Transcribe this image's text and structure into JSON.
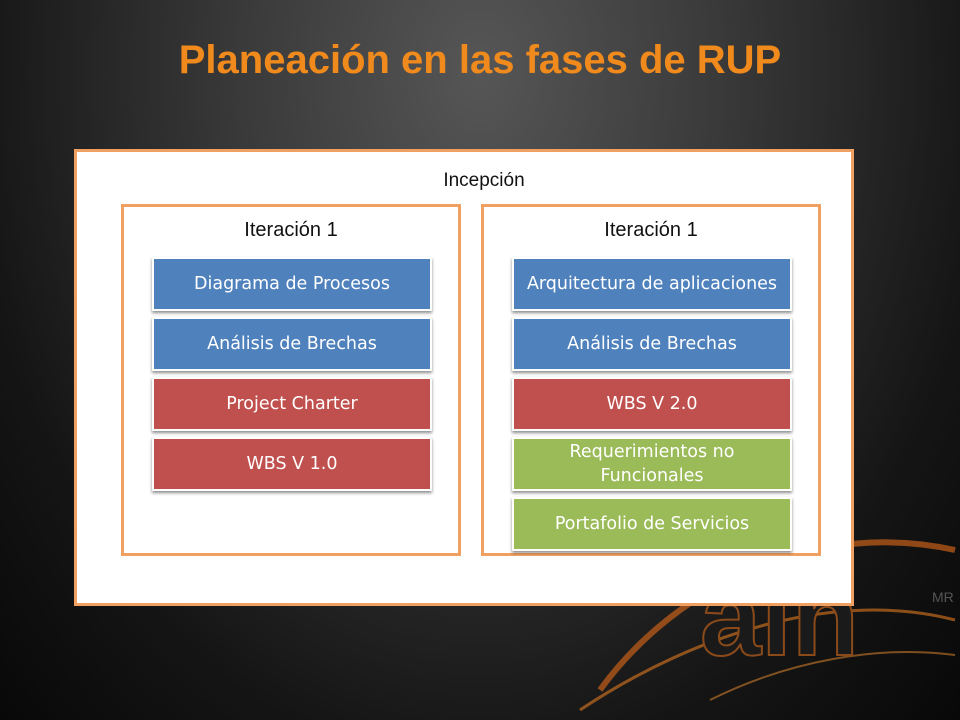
{
  "title": "Planeación en las fases de RUP",
  "colors": {
    "title": "#f08a1c",
    "frame": "#f0a060",
    "blue": "#4f81bd",
    "red": "#c0504d",
    "green": "#9bbb59"
  },
  "phase": {
    "label": "Incepción",
    "iterations": [
      {
        "label": "Iteración 1",
        "items": [
          {
            "text": "Diagrama de Procesos",
            "color": "blue"
          },
          {
            "text": "Análisis de Brechas",
            "color": "blue"
          },
          {
            "text": "Project Charter",
            "color": "red"
          },
          {
            "text": "WBS V 1.0",
            "color": "red"
          }
        ]
      },
      {
        "label": "Iteración 1",
        "items": [
          {
            "text": "Arquitectura de aplicaciones",
            "color": "blue"
          },
          {
            "text": "Análisis de Brechas",
            "color": "blue"
          },
          {
            "text": "WBS V 2.0",
            "color": "red"
          },
          {
            "text": "Requerimientos no Funcionales",
            "color": "green"
          },
          {
            "text": "Portafolio de Servicios",
            "color": "green"
          }
        ]
      }
    ]
  },
  "logo": {
    "mark": "MR"
  }
}
